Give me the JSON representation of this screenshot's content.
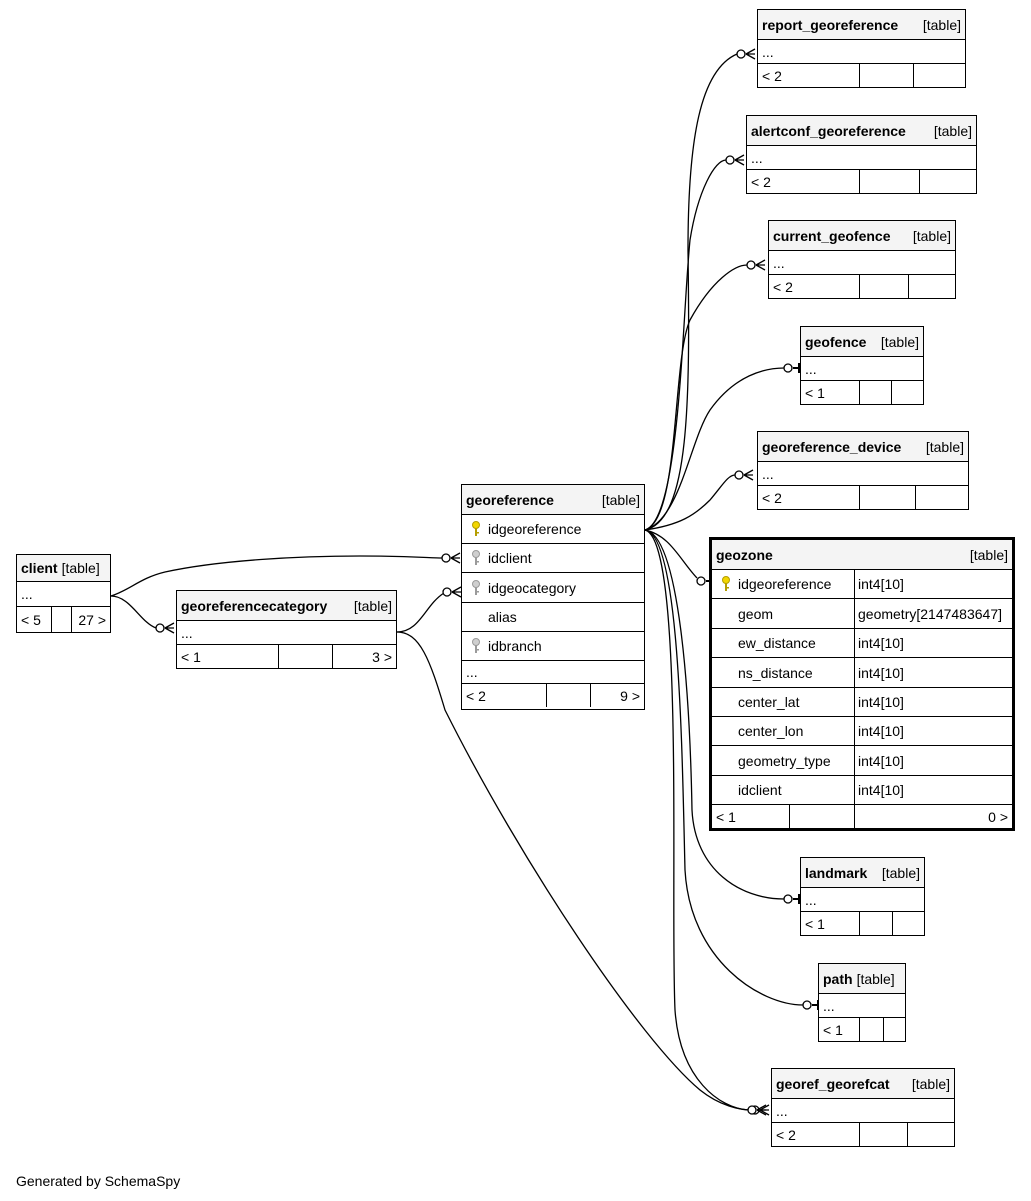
{
  "footer": {
    "generated_by": "Generated by SchemaSpy"
  },
  "tables": {
    "client": {
      "name": "client",
      "tag": "[table]",
      "ellipsis": "...",
      "footer": [
        "< 5",
        "",
        "27 >"
      ]
    },
    "georeferencecategory": {
      "name": "georeferencecategory",
      "tag": "[table]",
      "ellipsis": "...",
      "footer": [
        "< 1",
        "",
        "3 >"
      ]
    },
    "georeference": {
      "name": "georeference",
      "tag": "[table]",
      "columns": [
        {
          "name": "idgeoreference",
          "key": "primary"
        },
        {
          "name": "idclient",
          "key": "foreign"
        },
        {
          "name": "idgeocategory",
          "key": "foreign"
        },
        {
          "name": "alias",
          "key": "none"
        },
        {
          "name": "idbranch",
          "key": "foreign"
        }
      ],
      "ellipsis": "...",
      "footer": [
        "< 2",
        "",
        "9 >"
      ]
    },
    "report_georeference": {
      "name": "report_georeference",
      "tag": "[table]",
      "ellipsis": "...",
      "footer": [
        "< 2",
        "",
        ""
      ]
    },
    "alertconf_georeference": {
      "name": "alertconf_georeference",
      "tag": "[table]",
      "ellipsis": "...",
      "footer": [
        "< 2",
        "",
        ""
      ]
    },
    "current_geofence": {
      "name": "current_geofence",
      "tag": "[table]",
      "ellipsis": "...",
      "footer": [
        "< 2",
        "",
        ""
      ]
    },
    "geofence": {
      "name": "geofence",
      "tag": "[table]",
      "ellipsis": "...",
      "footer": [
        "< 1",
        "",
        ""
      ]
    },
    "georeference_device": {
      "name": "georeference_device",
      "tag": "[table]",
      "ellipsis": "...",
      "footer": [
        "< 2",
        "",
        ""
      ]
    },
    "geozone": {
      "name": "geozone",
      "tag": "[table]",
      "columns": [
        {
          "name": "idgeoreference",
          "type": "int4[10]",
          "key": "primary"
        },
        {
          "name": "geom",
          "type": "geometry[2147483647]",
          "key": "none"
        },
        {
          "name": "ew_distance",
          "type": "int4[10]",
          "key": "none"
        },
        {
          "name": "ns_distance",
          "type": "int4[10]",
          "key": "none"
        },
        {
          "name": "center_lat",
          "type": "int4[10]",
          "key": "none"
        },
        {
          "name": "center_lon",
          "type": "int4[10]",
          "key": "none"
        },
        {
          "name": "geometry_type",
          "type": "int4[10]",
          "key": "none"
        },
        {
          "name": "idclient",
          "type": "int4[10]",
          "key": "none"
        }
      ],
      "footer": [
        "< 1",
        "",
        "0 >"
      ]
    },
    "landmark": {
      "name": "landmark",
      "tag": "[table]",
      "ellipsis": "...",
      "footer": [
        "< 1",
        "",
        ""
      ]
    },
    "path": {
      "name": "path",
      "tag": "[table]",
      "ellipsis": "...",
      "footer": [
        "< 1",
        "",
        ""
      ]
    },
    "georef_georefcat": {
      "name": "georef_georefcat",
      "tag": "[table]",
      "ellipsis": "...",
      "footer": [
        "< 2",
        "",
        ""
      ]
    }
  },
  "relationships": [
    {
      "from": "client",
      "to": "georeference",
      "end": "many"
    },
    {
      "from": "client",
      "to": "georeferencecategory",
      "end": "many"
    },
    {
      "from": "georeferencecategory",
      "to": "georeference",
      "end": "many"
    },
    {
      "from": "georeferencecategory",
      "to": "georef_georefcat",
      "end": "many"
    },
    {
      "from": "georeference",
      "to": "report_georeference",
      "end": "many"
    },
    {
      "from": "georeference",
      "to": "alertconf_georeference",
      "end": "many"
    },
    {
      "from": "georeference",
      "to": "current_geofence",
      "end": "many"
    },
    {
      "from": "georeference",
      "to": "geofence",
      "end": "one"
    },
    {
      "from": "georeference",
      "to": "georeference_device",
      "end": "many"
    },
    {
      "from": "georeference",
      "to": "geozone",
      "end": "one"
    },
    {
      "from": "georeference",
      "to": "landmark",
      "end": "one"
    },
    {
      "from": "georeference",
      "to": "path",
      "end": "one"
    },
    {
      "from": "georeference",
      "to": "georef_georefcat",
      "end": "many"
    }
  ]
}
